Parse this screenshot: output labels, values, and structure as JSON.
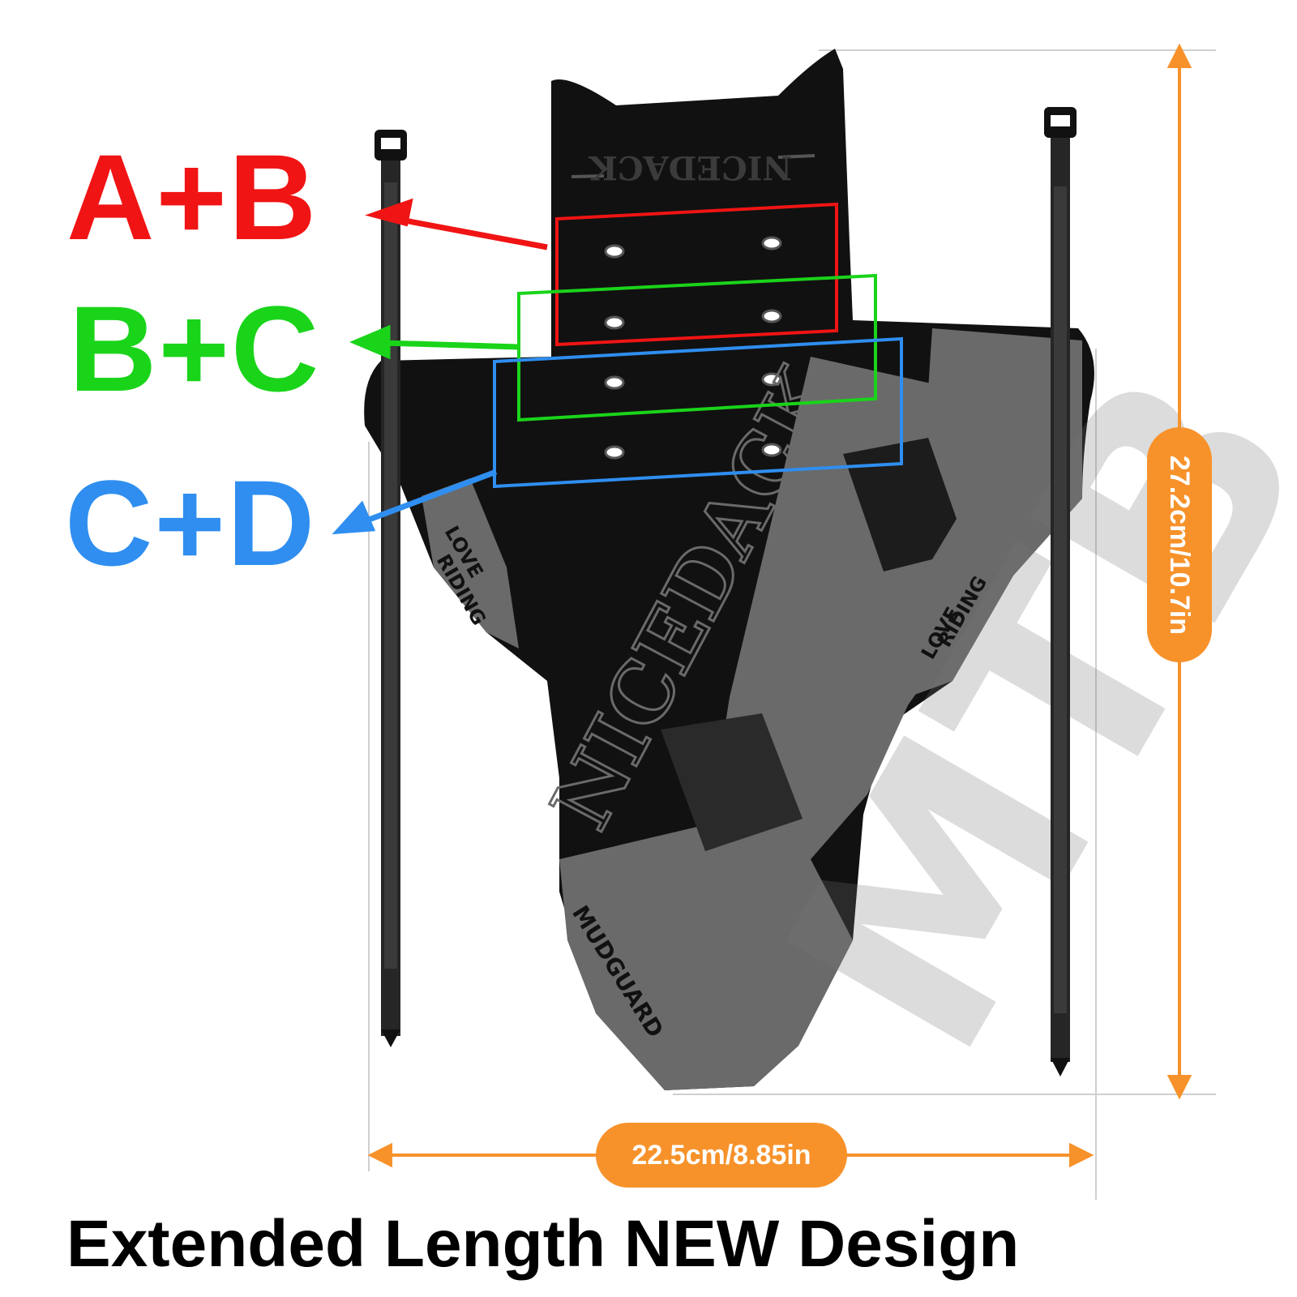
{
  "product": {
    "brand_top": "NICEDACK",
    "brand_diagonal": "NICEDACK",
    "model_mark": "MTB",
    "slogan_left": [
      "LOVE",
      "RIDING"
    ],
    "slogan_right": [
      "LOVE",
      "RIDING"
    ],
    "footer_mark": "MUDGUARD"
  },
  "mounting_positions": [
    {
      "label": "A+B",
      "color": "#f01414"
    },
    {
      "label": "B+C",
      "color": "#1ad41a"
    },
    {
      "label": "C+D",
      "color": "#2f8ef0"
    }
  ],
  "dimensions": {
    "width": "22.5cm/8.85in",
    "height": "27.2cm/10.7in",
    "accent_color": "#f7922b"
  },
  "headline": "Extended Length NEW Design"
}
